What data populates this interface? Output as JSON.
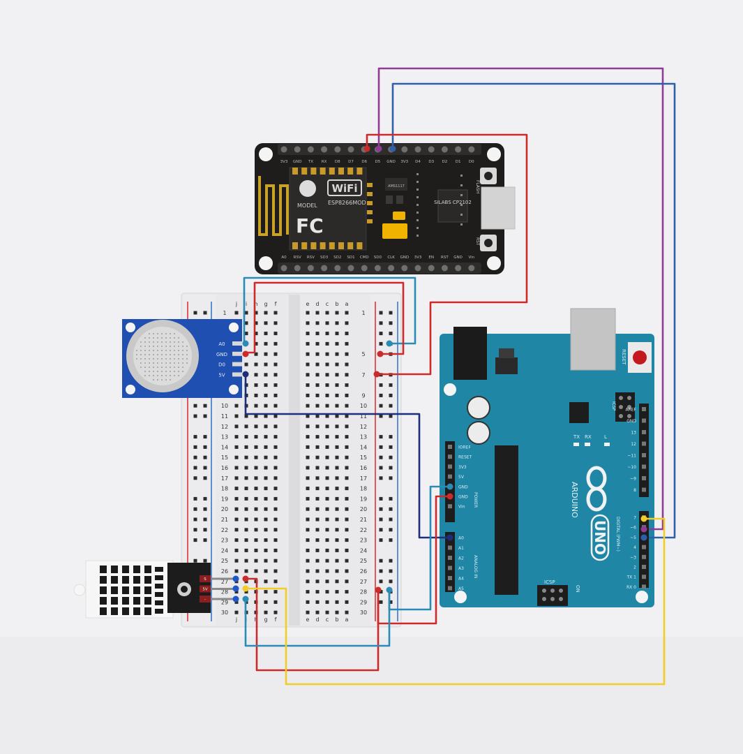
{
  "nodemcu": {
    "wifi_text": "WiFi",
    "fc_text": "FC",
    "model_text": "MODEL",
    "chip_text": "ESP8266MOD",
    "usb_chip_text": "SILABS CP2102",
    "reg_text": "AMS1117",
    "flash_label": "FLASH",
    "rst_label": "RST",
    "pins_top": [
      "D0",
      "D1",
      "D2",
      "D3",
      "D4",
      "3V3",
      "GND",
      "D5",
      "D6",
      "D7",
      "D8",
      "RX",
      "TX",
      "GND",
      "3V3"
    ],
    "pins_bottom": [
      "A0",
      "RSV",
      "RSV",
      "SD3",
      "SD2",
      "SD1",
      "CMD",
      "SD0",
      "CLK",
      "GND",
      "3V3",
      "EN",
      "RST",
      "GND",
      "Vin"
    ]
  },
  "breadboard": {
    "row_numbers": [
      "1",
      "",
      "",
      "",
      "5",
      "",
      "7",
      "",
      "9",
      "10",
      "11",
      "12",
      "13",
      "14",
      "15",
      "16",
      "17",
      "18",
      "19",
      "20",
      "21",
      "22",
      "23",
      "24",
      "25",
      "26",
      "27",
      "28",
      "29",
      "30"
    ],
    "col_letters_left": [
      "j",
      "i",
      "h",
      "g",
      "f"
    ],
    "col_letters_right": [
      "e",
      "d",
      "c",
      "b",
      "a"
    ]
  },
  "mq_sensor": {
    "pins": [
      "A0",
      "GND",
      "D0",
      "5V"
    ]
  },
  "dht_sensor": {
    "pins": [
      "S",
      "5V",
      "-"
    ]
  },
  "arduino": {
    "logo_text": "ARDUINO",
    "board_text": "UNO",
    "reset_label": "RESET",
    "icsp_label": "ICSP",
    "icsp2_label": "ICSP",
    "on_label": "ON",
    "tx_label": "TX",
    "rx_label": "RX",
    "l_label": "L",
    "power_pins": [
      "IOREF",
      "RESET",
      "3V3",
      "5V",
      "GND",
      "GND",
      "Vin"
    ],
    "analog_pins": [
      "A0",
      "A1",
      "A2",
      "A3",
      "A4",
      "A5"
    ],
    "digital_pins_top": [
      "AREF",
      "GND",
      "13",
      "12",
      "~11",
      "~10",
      "~9",
      "8"
    ],
    "digital_pins_bottom": [
      "7",
      "~6",
      "~5",
      "4",
      "~3",
      "2",
      "TX 1",
      "RX 0"
    ],
    "power_header_label": "POWER",
    "analog_header_label": "ANALOG IN",
    "digital_header_label": "DIGITAL (PWM~)"
  }
}
